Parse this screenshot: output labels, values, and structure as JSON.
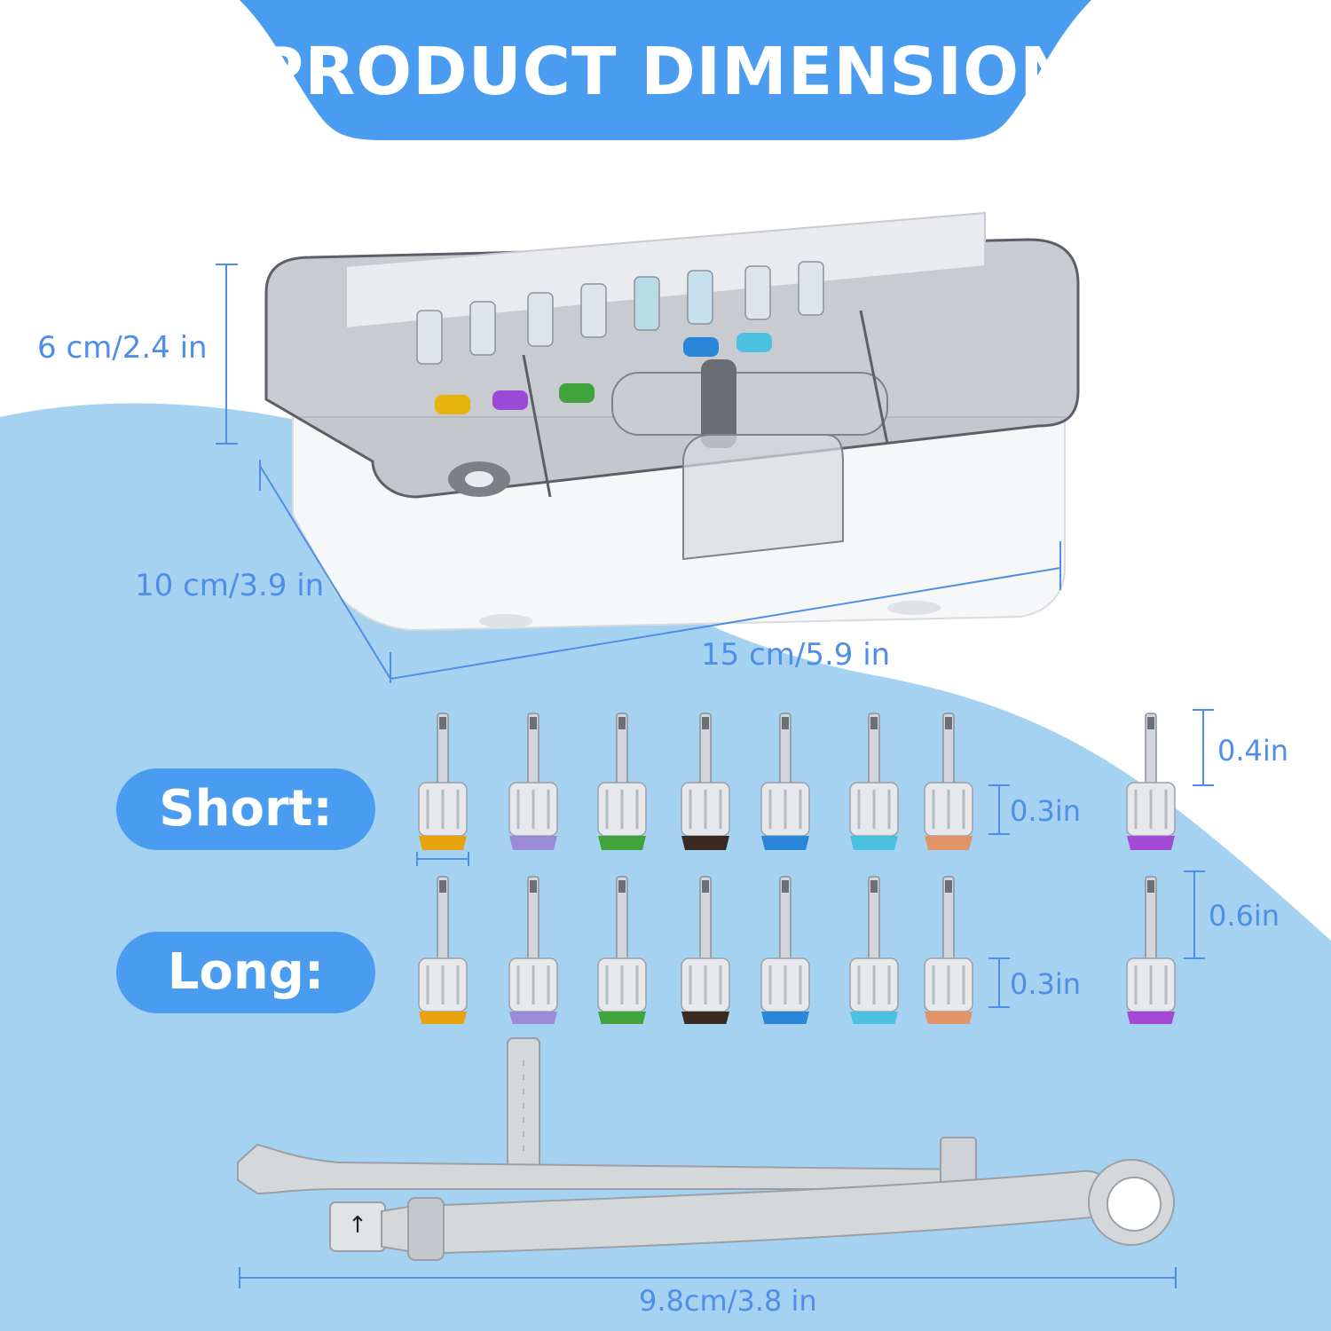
{
  "header": {
    "title": "PRODUCT DIMENSION"
  },
  "colors": {
    "accent_blue": "#4a9cf0",
    "light_blue": "#a6d2f2",
    "dimension_text": "#4f8ee8"
  },
  "box_dimensions": {
    "height": "6 cm/2.4 in",
    "depth": "10 cm/3.9 in",
    "width": "15 cm/5.9 in"
  },
  "driver_rows": {
    "short": {
      "label": "Short:",
      "shaft_height": "0.4in",
      "handle_height": "0.3in"
    },
    "long": {
      "label": "Long:",
      "shaft_height": "0.6in",
      "handle_height": "0.3in"
    }
  },
  "driver_ring_colors": [
    "#e8a20c",
    "#9a8ad8",
    "#3fa53a",
    "#3a2a22",
    "#2a86d8",
    "#4cc0e0",
    "#e09468",
    "#a24ad6"
  ],
  "wrench": {
    "length": "9.8cm/3.8 in",
    "icon": "arrow-up-icon"
  }
}
